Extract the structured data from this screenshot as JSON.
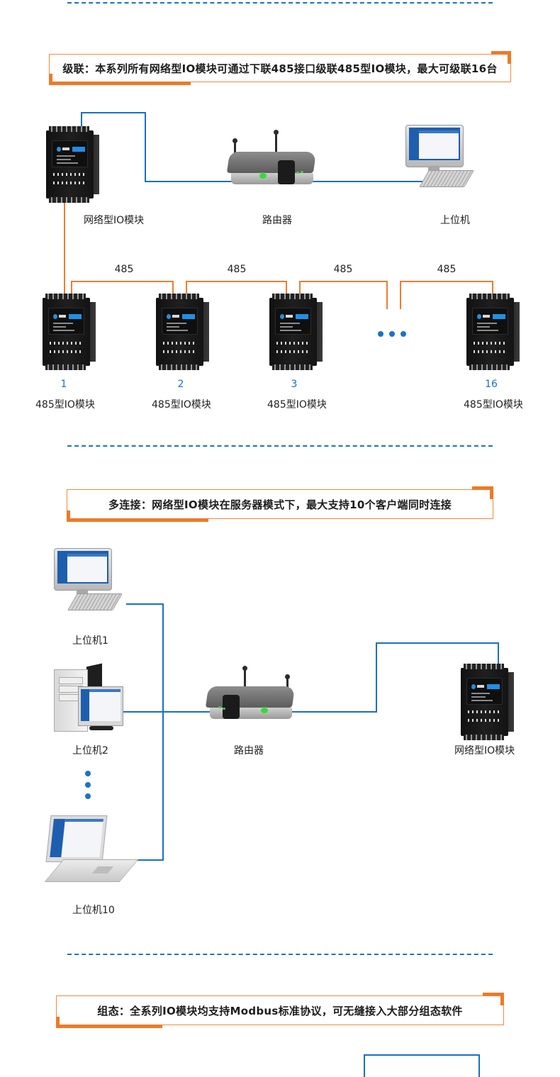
{
  "colors": {
    "accent_orange": "#ee7a27",
    "wire_blue": "#1a6fc6",
    "wire_orange": "#ef7d2e",
    "number_blue": "#1a73c8",
    "text": "#222222"
  },
  "sections": {
    "cascade": {
      "banner": "级联：本系列所有网络型IO模块可通过下联485接口级联485型IO模块，最大可级联16台",
      "network_module_label": "网络型IO模块",
      "router_label": "路由器",
      "host_label": "上位机",
      "bus_labels": [
        "485",
        "485",
        "485",
        "485"
      ],
      "slaves": [
        {
          "number": "1",
          "label": "485型IO模块"
        },
        {
          "number": "2",
          "label": "485型IO模块"
        },
        {
          "number": "3",
          "label": "485型IO模块"
        },
        {
          "number": "16",
          "label": "485型IO模块"
        }
      ],
      "ellipsis_icon": "horizontal-ellipsis-dots"
    },
    "multi_connect": {
      "banner": "多连接：网络型IO模块在服务器模式下，最大支持10个客户端同时连接",
      "hosts": [
        {
          "label": "上位机1",
          "icon": "desktop-computer"
        },
        {
          "label": "上位机2",
          "icon": "tower-computer"
        },
        {
          "label": "上位机10",
          "icon": "laptop"
        }
      ],
      "ellipsis_icon": "vertical-ellipsis-dots",
      "router_label": "路由器",
      "network_module_label": "网络型IO模块"
    },
    "configuration": {
      "banner": "组态：全系列IO模块均支持Modbus标准协议，可无缝接入大部分组态软件"
    }
  }
}
